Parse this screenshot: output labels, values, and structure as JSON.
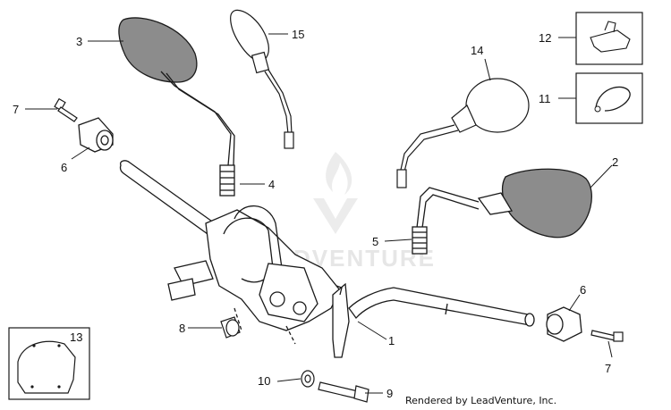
{
  "callouts": [
    "1",
    "2",
    "3",
    "4",
    "5",
    "6",
    "6",
    "7",
    "7",
    "8",
    "9",
    "10",
    "11",
    "12",
    "13",
    "14",
    "15"
  ],
  "watermark": {
    "text": "LEADVENTURE"
  },
  "credit": "Rendered by LeadVenture, Inc.",
  "colors": {
    "line": "#1a1a1a",
    "mirror_fill": "#8c8c8c",
    "watermark": "#e6e6e6"
  }
}
